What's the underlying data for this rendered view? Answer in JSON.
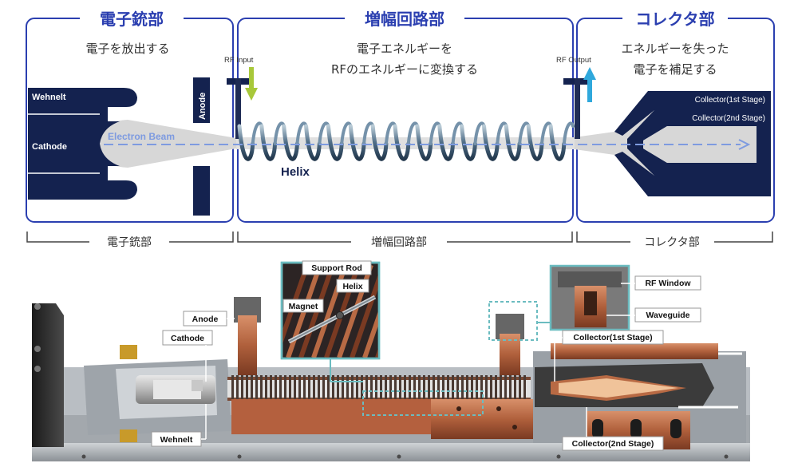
{
  "sections": {
    "gun": {
      "title": "電子銃部",
      "desc_1": "電子を放出する",
      "bracket": "電子銃部"
    },
    "interaction": {
      "title": "増幅回路部",
      "desc_1": "電子エネルギーを",
      "desc_2": "RFのエネルギーに変換する",
      "bracket": "増幅回路部"
    },
    "collector": {
      "title": "コレクタ部",
      "desc_1": "エネルギーを失った",
      "desc_2": "電子を補足する",
      "bracket": "コレクタ部"
    }
  },
  "diagram_labels": {
    "wehnelt": "Wehnelt",
    "cathode": "Cathode",
    "anode": "Anode",
    "electron_beam": "Electron Beam",
    "helix": "Helix",
    "rf_input": "RF Input",
    "rf_output": "RF Output",
    "collector_1": "Collector(1st Stage)",
    "collector_2": "Collector(2nd Stage)"
  },
  "photo_labels": {
    "anode": "Anode",
    "cathode": "Cathode",
    "wehnelt": "Wehnelt",
    "support_rod": "Support Rod",
    "helix": "Helix",
    "magnet": "Magnet",
    "rf_window": "RF Window",
    "waveguide": "Waveguide",
    "collector_1": "Collector(1st Stage)",
    "collector_2": "Collector(2nd Stage)"
  },
  "colors": {
    "frame_blue": "#2b3fb0",
    "navy": "#14224f",
    "beam": "#7e9be0",
    "rf_in_arrow": "#a8c83a",
    "rf_out_arrow": "#2fa8dc",
    "callout_teal": "#6bbcc0",
    "copper": "#b86a44"
  }
}
